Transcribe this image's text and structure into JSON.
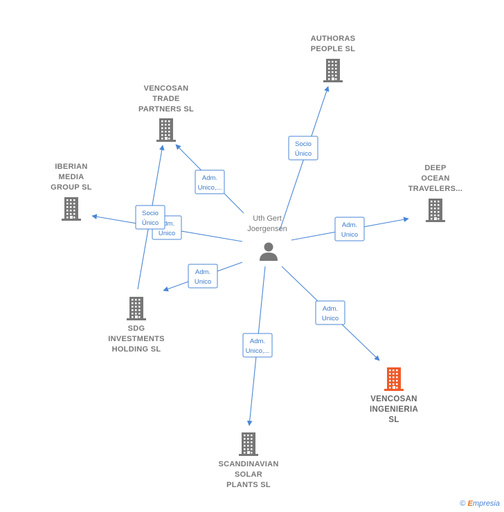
{
  "person": {
    "name_lines": [
      "Uth Gert",
      "Joergensen"
    ]
  },
  "companies": [
    {
      "id": "authoras",
      "lines": [
        "AUTHORAS",
        "PEOPLE  SL"
      ]
    },
    {
      "id": "vencosan-trade",
      "lines": [
        "VENCOSAN",
        "TRADE",
        "PARTNERS SL"
      ]
    },
    {
      "id": "iberian",
      "lines": [
        "IBERIAN",
        "MEDIA",
        "GROUP  SL"
      ]
    },
    {
      "id": "deep-ocean",
      "lines": [
        "DEEP",
        "OCEAN",
        "TRAVELERS..."
      ]
    },
    {
      "id": "sdg",
      "lines": [
        "SDG",
        "INVESTMENTS",
        "HOLDING  SL"
      ]
    },
    {
      "id": "vencosan-ing",
      "lines": [
        "VENCOSAN",
        "INGENIERIA",
        "SL"
      ],
      "highlight": true
    },
    {
      "id": "scandinavian",
      "lines": [
        "SCANDINAVIAN",
        "SOLAR",
        "PLANTS  SL"
      ]
    }
  ],
  "edges": [
    {
      "target": "authoras",
      "label": [
        "Socio",
        "Único"
      ]
    },
    {
      "target": "vencosan-trade",
      "label": [
        "Adm.",
        "Unico,..."
      ]
    },
    {
      "target": "iberian",
      "label": [
        "Adm.",
        "Unico"
      ]
    },
    {
      "target": "deep-ocean",
      "label": [
        "Adm.",
        "Unico"
      ]
    },
    {
      "target": "sdg",
      "label": [
        "Adm.",
        "Unico"
      ]
    },
    {
      "target": "vencosan-ing",
      "label": [
        "Adm.",
        "Unico"
      ]
    },
    {
      "target": "scandinavian",
      "label": [
        "Adm.",
        "Unico,..."
      ]
    },
    {
      "source": "sdg",
      "target": "vencosan-trade",
      "label": [
        "Socio",
        "Único"
      ]
    }
  ],
  "colors": {
    "building": "#777777",
    "highlight": "#f05a28",
    "edge": "#4a86d4"
  },
  "footer": {
    "copyright": "©",
    "brand_initial": "E",
    "brand_rest": "mpresia"
  }
}
